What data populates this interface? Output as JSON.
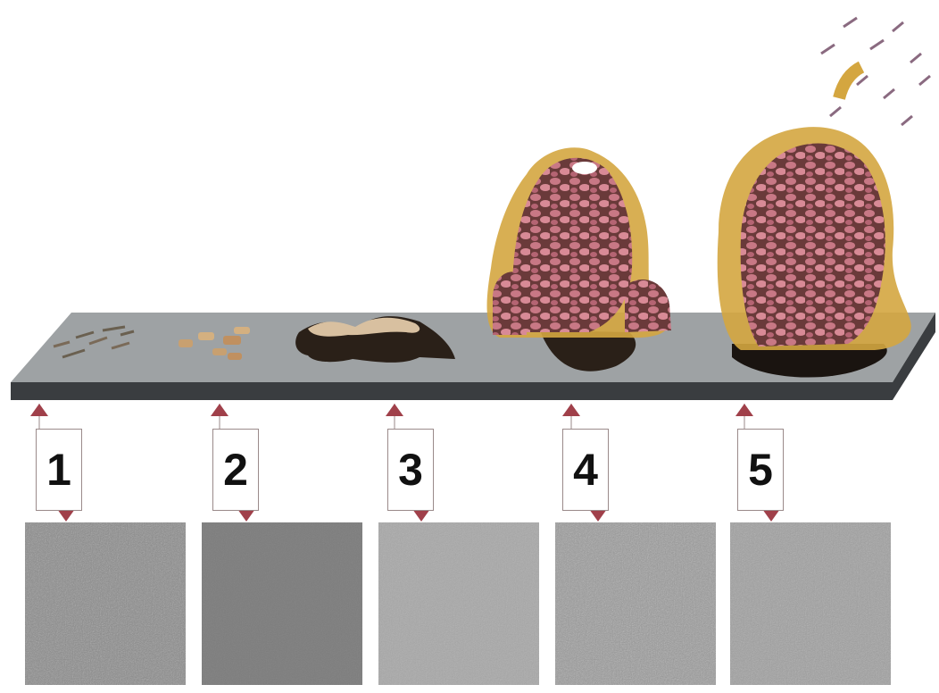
{
  "stages": [
    {
      "number": "1"
    },
    {
      "number": "2"
    },
    {
      "number": "3"
    },
    {
      "number": "4"
    },
    {
      "number": "5"
    }
  ],
  "colors": {
    "surface_top": "#9ea2a4",
    "surface_edge": "#3a3d40",
    "arrow_marker": "#a0404a",
    "cell_pink": "#c87885",
    "matrix_gold": "#d4a640",
    "matrix_brown": "#5a4030",
    "micrograph_tones": [
      "#8a8a8a",
      "#7d7d7d",
      "#a8a8a8",
      "#9a9a9a",
      "#a0a0a0"
    ]
  }
}
